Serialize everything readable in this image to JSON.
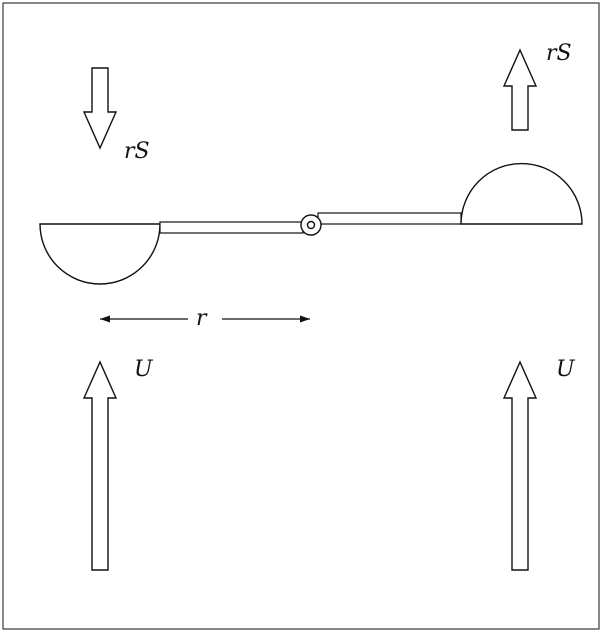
{
  "labels": {
    "rs_top_left": "rS",
    "rs_top_right": "rS",
    "r_dimension": "r",
    "u_left": "U",
    "u_right": "U"
  },
  "colors": {
    "stroke": "#111111",
    "background": "#ffffff"
  },
  "icons": {
    "pivot": "circle-pivot-icon",
    "down_arrow": "down-arrow-icon",
    "up_arrow": "up-arrow-icon"
  }
}
